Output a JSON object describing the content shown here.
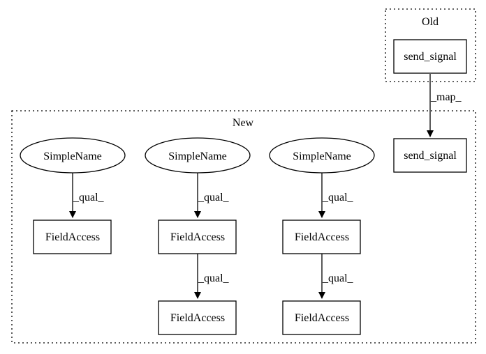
{
  "clusters": {
    "old": {
      "label": "Old"
    },
    "new": {
      "label": "New"
    }
  },
  "nodes": {
    "old_send_signal": {
      "label": "send_signal",
      "shape": "box"
    },
    "new_send_signal": {
      "label": "send_signal",
      "shape": "box"
    },
    "simplename_1": {
      "label": "SimpleName",
      "shape": "ellipse"
    },
    "simplename_2": {
      "label": "SimpleName",
      "shape": "ellipse"
    },
    "simplename_3": {
      "label": "SimpleName",
      "shape": "ellipse"
    },
    "fieldaccess_1": {
      "label": "FieldAccess",
      "shape": "box"
    },
    "fieldaccess_2a": {
      "label": "FieldAccess",
      "shape": "box"
    },
    "fieldaccess_2b": {
      "label": "FieldAccess",
      "shape": "box"
    },
    "fieldaccess_3a": {
      "label": "FieldAccess",
      "shape": "box"
    },
    "fieldaccess_3b": {
      "label": "FieldAccess",
      "shape": "box"
    }
  },
  "edges": {
    "map": {
      "label": "_map_",
      "from": "old_send_signal",
      "to": "new_send_signal"
    },
    "qual_1": {
      "label": "_qual_",
      "from": "simplename_1",
      "to": "fieldaccess_1"
    },
    "qual_2a": {
      "label": "_qual_",
      "from": "simplename_2",
      "to": "fieldaccess_2a"
    },
    "qual_2b": {
      "label": "_qual_",
      "from": "fieldaccess_2a",
      "to": "fieldaccess_2b"
    },
    "qual_3a": {
      "label": "_qual_",
      "from": "simplename_3",
      "to": "fieldaccess_3a"
    },
    "qual_3b": {
      "label": "_qual_",
      "from": "fieldaccess_3a",
      "to": "fieldaccess_3b"
    }
  },
  "colors": {
    "stroke": "#000000",
    "background": "#ffffff"
  }
}
